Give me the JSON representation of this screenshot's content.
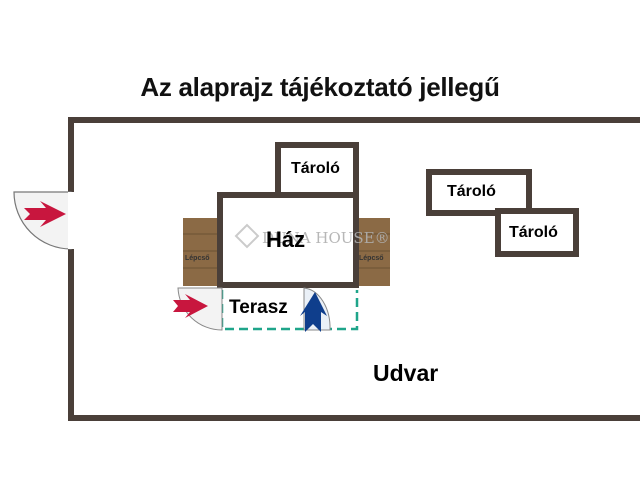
{
  "header": {
    "title": "Az alaprajz tájékoztató jellegű"
  },
  "rooms": {
    "house": "Ház",
    "storage_top": "Tároló",
    "storage_right_1": "Tároló",
    "storage_right_2": "Tároló",
    "terrace": "Terasz",
    "yard": "Udvar",
    "stairs_left": "Lépcső",
    "stairs_right": "Lépcső"
  },
  "watermark": {
    "text": "DUNA HOUSE®"
  },
  "colors": {
    "wall": "#4a3f39",
    "stairs": "#8b6a45",
    "terrace_line": "#1fa58a",
    "arrow_red": "#c8163e",
    "arrow_blue": "#0f3e8c"
  },
  "icons": [
    "entrance-arrow-icon",
    "door-swing-icon",
    "house-logo-icon"
  ]
}
